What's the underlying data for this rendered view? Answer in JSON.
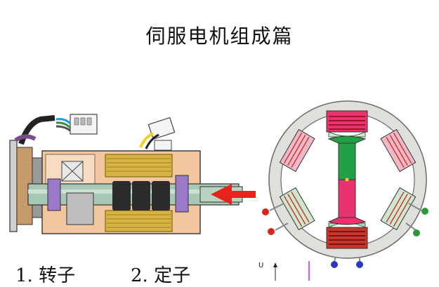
{
  "title": "伺服电机组成篇",
  "captions": [
    {
      "number": "1.",
      "text": "转子"
    },
    {
      "number": "2.",
      "text": "定子"
    }
  ],
  "waveform_axis_label": "U",
  "colors": {
    "arrow": "#e8221d",
    "rotor_green": "#22a046",
    "rotor_pink": "#e8336e",
    "coil_red": "#c8352b",
    "stator_ring": "#dfe0dc",
    "terminal_red": "#d9261c",
    "terminal_green": "#2c9a3c",
    "terminal_blue": "#2c34c8",
    "waveform_magenta": "#e020c0"
  }
}
